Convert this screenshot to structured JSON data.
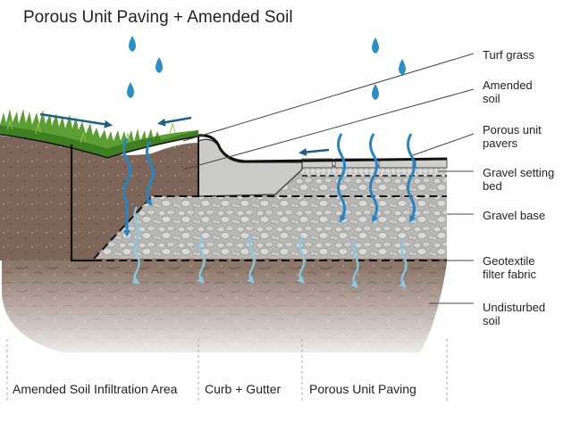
{
  "title": "Porous Unit Paving + Amended Soil",
  "labels": {
    "turf_grass": "Turf grass",
    "amended_soil": [
      "Amended",
      "soil"
    ],
    "porous_unit_pavers": [
      "Porous unit",
      "pavers"
    ],
    "gravel_setting_bed": [
      "Gravel setting",
      "bed"
    ],
    "gravel_base": "Gravel base",
    "geotextile_filter_fabric": [
      "Geotextile",
      "filter fabric"
    ],
    "undisturbed_soil": [
      "Undisturbed",
      "soil"
    ]
  },
  "zones": {
    "amended_soil_infiltration_area": "Amended Soil Infiltration Area",
    "curb_gutter": "Curb + Gutter",
    "porous_unit_paving": "Porous Unit Paving"
  },
  "colors": {
    "water_dark": "#2a85bf",
    "water_light": "#7cc6e4",
    "soil": "#8a7366",
    "gravel": "#b9b9b9",
    "concrete": "#c8c8c6",
    "grass": "#4e8e2c",
    "leader_line": "#555555"
  },
  "icons": [
    "raindrop-icon",
    "flow-arrow-icon"
  ]
}
